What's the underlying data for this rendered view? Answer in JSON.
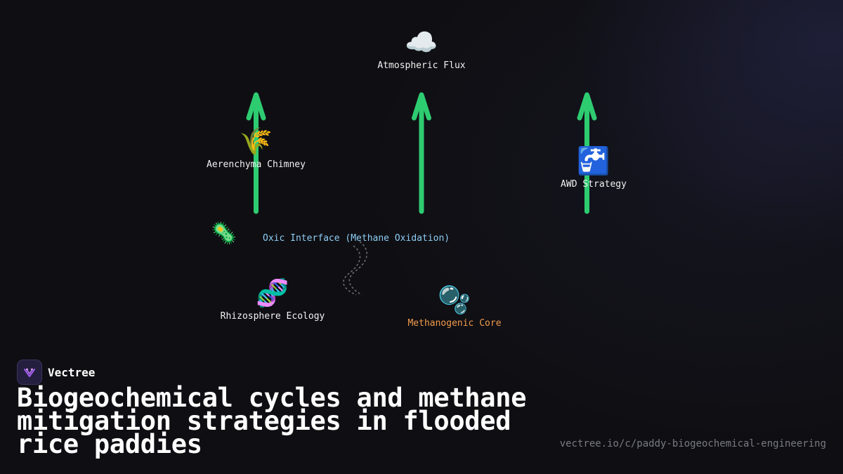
{
  "diagram": {
    "nodes": {
      "atmospheric_flux": {
        "icon": "☁️",
        "icon_name": "cloud-icon",
        "label": "Atmospheric Flux"
      },
      "aerenchyma_chimney": {
        "icon": "🌾",
        "icon_name": "rice-plant-icon",
        "label": "Aerenchyma Chimney"
      },
      "awd_strategy": {
        "icon": "🚰",
        "icon_name": "water-tap-icon",
        "label": "AWD Strategy"
      },
      "rhizosphere_ecology": {
        "icon": "🧬",
        "icon_name": "dna-icon",
        "label": "Rhizosphere Ecology"
      },
      "methanogenic_core": {
        "icon": "🫧",
        "icon_name": "bubbles-icon",
        "label": "Methanogenic Core"
      }
    },
    "oxic_interface": {
      "icon": "🦠",
      "icon_name": "microbe-icon",
      "label": "Oxic Interface (Methane Oxidation)"
    },
    "colors": {
      "arrow": "#2ecc71",
      "blue_label": "#8ecdf4",
      "orange_label": "#f39a4c",
      "dashed_path": "#6b6b74"
    }
  },
  "brand": {
    "name": "Vectree",
    "icon_name": "vectree-logo-icon"
  },
  "title": "Biogeochemical cycles and methane mitigation strategies in flooded rice paddies",
  "url": "vectree.io/c/paddy-biogeochemical-engineering"
}
